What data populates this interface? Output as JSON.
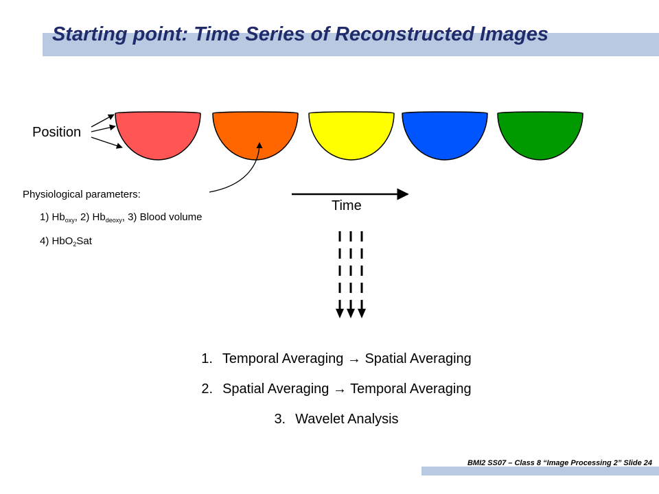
{
  "slide": {
    "title": "Starting point: Time Series of Reconstructed Images",
    "footer": "BMI2 SS07 – Class 8 “Image Processing 2” Slide 24"
  },
  "diagram": {
    "position_label": "Position",
    "time_label": "Time",
    "bowls": [
      {
        "color": "#ff5555"
      },
      {
        "color": "#ff6600"
      },
      {
        "color": "#ffff00"
      },
      {
        "color": "#0055ff"
      },
      {
        "color": "#009900"
      }
    ]
  },
  "physio": {
    "heading": "Physiological parameters:",
    "line1": {
      "p1": "1) Hb",
      "s1": "oxy",
      "p2": ", 2) Hb",
      "s2": "deoxy",
      "p3": ", 3) Blood volume"
    },
    "line2": {
      "p1": "4) HbO",
      "s1": "2",
      "p2": "Sat"
    }
  },
  "steps": [
    {
      "num": "1.",
      "a": "Temporal Averaging",
      "arrow": "→",
      "b": "Spatial Averaging"
    },
    {
      "num": "2.",
      "a": "Spatial Averaging",
      "arrow": "→",
      "b": "Temporal Averaging"
    },
    {
      "num": "3.",
      "a": "Wavelet Analysis"
    }
  ]
}
